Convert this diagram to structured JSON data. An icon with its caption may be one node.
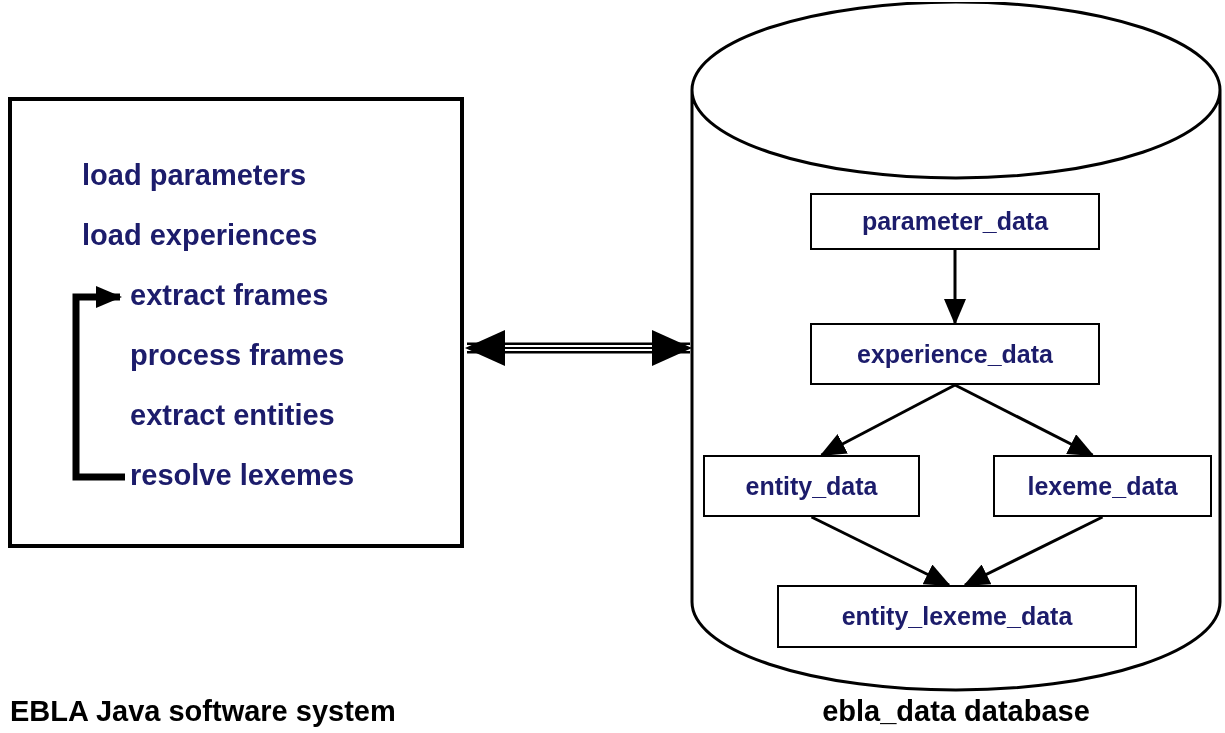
{
  "diagram": {
    "nodes": [
      {
        "text": [],
        "shape": "box"
      },
      {
        "text": [
          "load parameters"
        ],
        "in": 0
      },
      {
        "text": [
          "load experiences"
        ],
        "in": 0
      },
      {
        "text": [
          "extract frames"
        ],
        "in": 0
      },
      {
        "text": [
          "process frames"
        ],
        "in": 0
      },
      {
        "text": [
          "extract entities"
        ],
        "in": 0
      },
      {
        "text": [
          "resolve lexemes"
        ],
        "in": 0
      },
      {
        "text": [],
        "shape": "cylinder"
      },
      {
        "text": [
          "parameter_data"
        ],
        "in": 7
      },
      {
        "text": [
          "experience_data"
        ],
        "in": 7
      },
      {
        "text": [
          "entity_data"
        ],
        "in": 7
      },
      {
        "text": [
          "lexeme_data"
        ],
        "in": 7
      },
      {
        "text": [
          "entity_lexeme_data"
        ],
        "in": 7
      }
    ],
    "edges": [
      {
        "from": 6,
        "to": 3,
        "arrow": "to",
        "style": "thick"
      },
      {
        "from": 0,
        "to": 7,
        "arrow": "both"
      },
      {
        "from": 8,
        "to": 9,
        "arrow": "to"
      },
      {
        "from": 9,
        "to": 10,
        "arrow": "to"
      },
      {
        "from": 9,
        "to": 11,
        "arrow": "to"
      },
      {
        "from": 10,
        "to": 12,
        "arrow": "to"
      },
      {
        "from": 11,
        "to": 12,
        "arrow": "to"
      }
    ],
    "labels": [
      "EBLA Java software system",
      "ebla_data database"
    ]
  }
}
